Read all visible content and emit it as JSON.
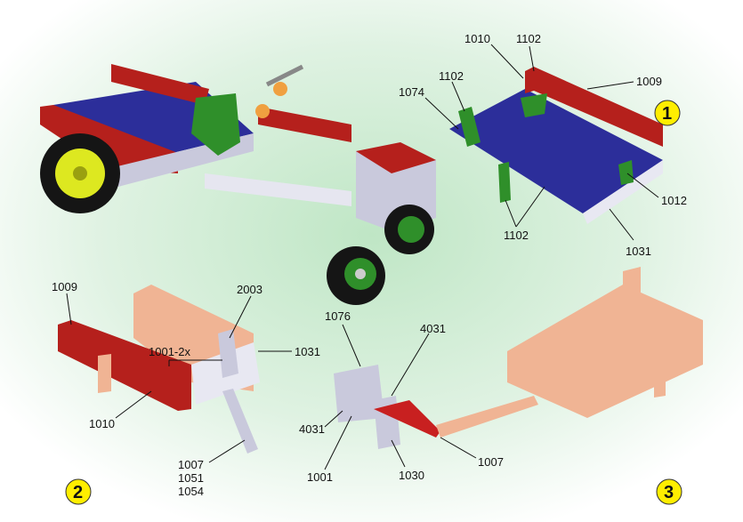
{
  "steps": [
    {
      "number": "1",
      "labels": [
        "1010",
        "1102",
        "1009",
        "1074",
        "1102",
        "1012",
        "1102",
        "1031"
      ]
    },
    {
      "number": "2",
      "labels": [
        "1009",
        "2003",
        "1031",
        "1001-2x",
        "1010",
        "1007",
        "1051",
        "1054"
      ]
    },
    {
      "number": "3",
      "labels": [
        "1076",
        "4031",
        "4031",
        "1001",
        "1030",
        "1007"
      ]
    }
  ],
  "colors": {
    "plate": "#2c2e9a",
    "rail_red": "#b5201c",
    "green": "#2f8f2a",
    "silver": "#c9c9dc",
    "peach": "#f0b494",
    "badge": "#ffee00"
  }
}
